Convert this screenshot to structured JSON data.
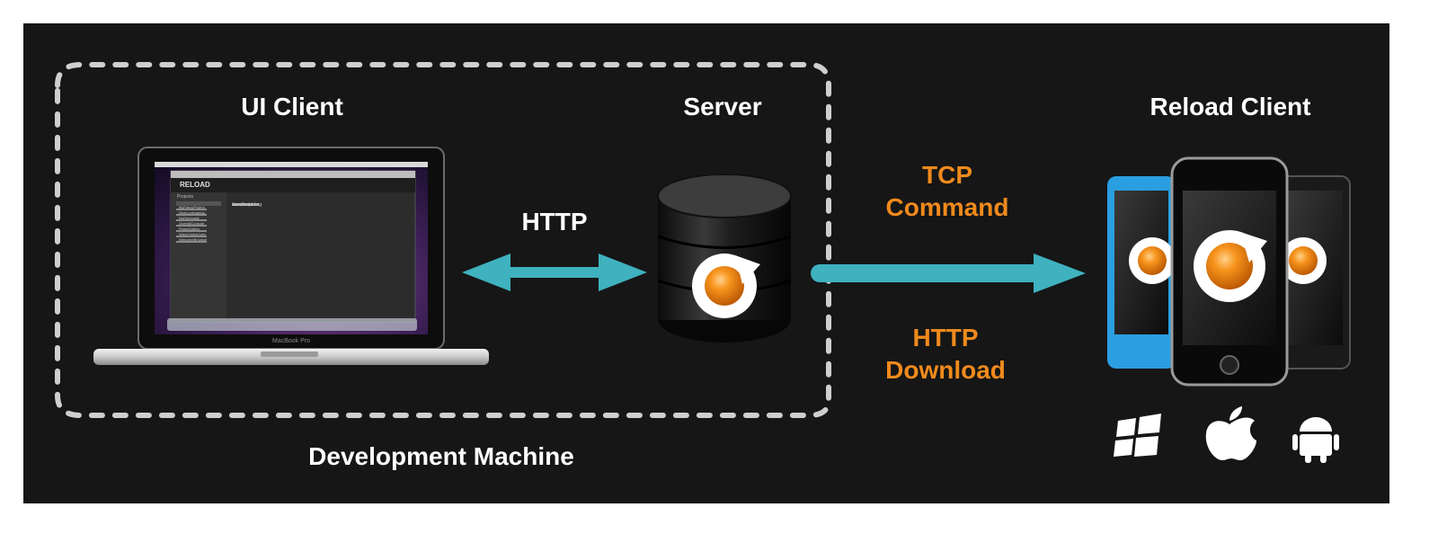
{
  "diagram": {
    "title_ui_client": "UI Client",
    "title_server": "Server",
    "title_reload_client": "Reload Client",
    "label_http_left": "HTTP",
    "label_tcp": "TCP",
    "label_command": "Command",
    "label_http_right": "HTTP",
    "label_download": "Download",
    "label_dev_machine": "Development Machine",
    "laptop_brand": "MacBook Pro",
    "app_logo": "RELOAD",
    "app_panel_header": "Projects",
    "app_log_title": "JavaScript Log",
    "app_projects": [
      "MyFancyProject",
      "NiceLookingApp",
      "NotSeriously",
      "OverkillConsole",
      "PhotoGallery",
      "WiseChoiceCam",
      "WelcomeBrowser"
    ],
    "platforms": [
      "windows-icon",
      "apple-icon",
      "android-icon"
    ],
    "colors": {
      "background": "#161616",
      "arrow": "#3fb1bf",
      "accent": "#f08a1c",
      "dashed_border": "#cfcfcf"
    }
  }
}
